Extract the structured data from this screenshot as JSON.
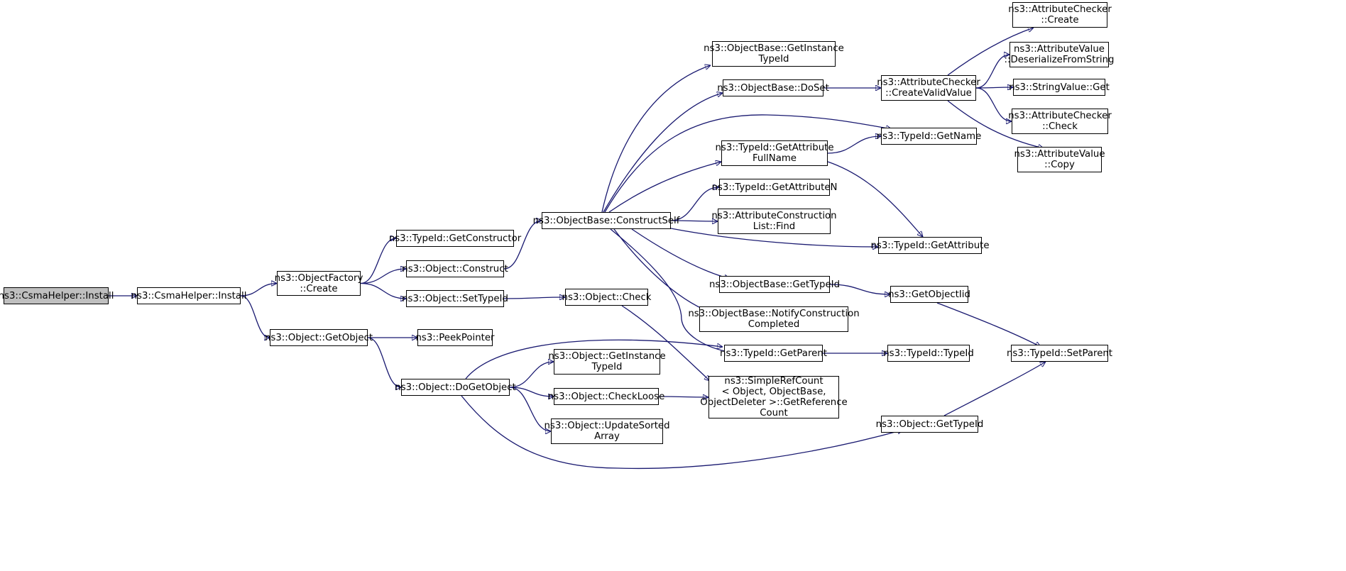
{
  "root_label": "ns3::CsmaHelper::Install",
  "nodes": [
    {
      "id": "n0",
      "lines": [
        "ns3::CsmaHelper::Install"
      ],
      "root": true
    },
    {
      "id": "n1",
      "lines": [
        "ns3::CsmaHelper::Install"
      ]
    },
    {
      "id": "n2",
      "lines": [
        "ns3::ObjectFactory",
        "::Create"
      ]
    },
    {
      "id": "n3",
      "lines": [
        "ns3::Object::GetObject"
      ]
    },
    {
      "id": "n4",
      "lines": [
        "ns3::TypeId::GetConstructor"
      ]
    },
    {
      "id": "n5",
      "lines": [
        "ns3::Object::Construct"
      ]
    },
    {
      "id": "n6",
      "lines": [
        "ns3::Object::SetTypeId"
      ]
    },
    {
      "id": "n7",
      "lines": [
        "ns3::PeekPointer"
      ]
    },
    {
      "id": "n8",
      "lines": [
        "ns3::Object::DoGetObject"
      ]
    },
    {
      "id": "n9",
      "lines": [
        "ns3::ObjectBase::ConstructSelf"
      ]
    },
    {
      "id": "n10",
      "lines": [
        "ns3::Object::Check"
      ]
    },
    {
      "id": "n11",
      "lines": [
        "ns3::Object::GetInstance",
        "TypeId"
      ]
    },
    {
      "id": "n12",
      "lines": [
        "ns3::Object::CheckLoose"
      ]
    },
    {
      "id": "n13",
      "lines": [
        "ns3::Object::UpdateSorted",
        "Array"
      ]
    },
    {
      "id": "n14",
      "lines": [
        "ns3::ObjectBase::GetInstance",
        "TypeId"
      ]
    },
    {
      "id": "n15",
      "lines": [
        "ns3::ObjectBase::DoSet"
      ]
    },
    {
      "id": "n16",
      "lines": [
        "ns3::TypeId::GetAttribute",
        "FullName"
      ]
    },
    {
      "id": "n17",
      "lines": [
        "ns3::TypeId::GetAttributeN"
      ]
    },
    {
      "id": "n18",
      "lines": [
        "ns3::AttributeConstruction",
        "List::Find"
      ]
    },
    {
      "id": "n19",
      "lines": [
        "ns3::ObjectBase::GetTypeId"
      ]
    },
    {
      "id": "n20",
      "lines": [
        "ns3::ObjectBase::NotifyConstruction",
        "Completed"
      ]
    },
    {
      "id": "n21",
      "lines": [
        "ns3::TypeId::GetParent"
      ]
    },
    {
      "id": "n22",
      "lines": [
        "ns3::SimpleRefCount",
        "< Object, ObjectBase,",
        "ObjectDeleter >::GetReference",
        "Count"
      ]
    },
    {
      "id": "n23",
      "lines": [
        "ns3::AttributeChecker",
        "::CreateValidValue"
      ]
    },
    {
      "id": "n24",
      "lines": [
        "ns3::TypeId::GetName"
      ]
    },
    {
      "id": "n25",
      "lines": [
        "ns3::TypeId::GetAttribute"
      ]
    },
    {
      "id": "n26",
      "lines": [
        "ns3::GetObjectIid"
      ]
    },
    {
      "id": "n27",
      "lines": [
        "ns3::TypeId::TypeId"
      ]
    },
    {
      "id": "n28",
      "lines": [
        "ns3::Object::GetTypeId"
      ]
    },
    {
      "id": "n29",
      "lines": [
        "ns3::AttributeChecker",
        "::Create"
      ]
    },
    {
      "id": "n30",
      "lines": [
        "ns3::AttributeValue",
        "::DeserializeFromString"
      ]
    },
    {
      "id": "n31",
      "lines": [
        "ns3::StringValue::Get"
      ]
    },
    {
      "id": "n32",
      "lines": [
        "ns3::AttributeChecker",
        "::Check"
      ]
    },
    {
      "id": "n33",
      "lines": [
        "ns3::AttributeValue",
        "::Copy"
      ]
    },
    {
      "id": "n34",
      "lines": [
        "ns3::TypeId::SetParent"
      ]
    }
  ],
  "edges": [
    [
      "n0",
      "n1"
    ],
    [
      "n1",
      "n2"
    ],
    [
      "n1",
      "n3"
    ],
    [
      "n2",
      "n4"
    ],
    [
      "n2",
      "n5"
    ],
    [
      "n2",
      "n6"
    ],
    [
      "n3",
      "n7"
    ],
    [
      "n3",
      "n8"
    ],
    [
      "n5",
      "n9"
    ],
    [
      "n6",
      "n10"
    ],
    [
      "n8",
      "n21"
    ],
    [
      "n8",
      "n11"
    ],
    [
      "n8",
      "n12"
    ],
    [
      "n8",
      "n13"
    ],
    [
      "n8",
      "n28"
    ],
    [
      "n9",
      "n14"
    ],
    [
      "n9",
      "n15"
    ],
    [
      "n9",
      "n24"
    ],
    [
      "n9",
      "n16"
    ],
    [
      "n9",
      "n17"
    ],
    [
      "n9",
      "n18"
    ],
    [
      "n9",
      "n25"
    ],
    [
      "n9",
      "n19"
    ],
    [
      "n9",
      "n20"
    ],
    [
      "n9",
      "n21"
    ],
    [
      "n10",
      "n22"
    ],
    [
      "n12",
      "n22"
    ],
    [
      "n15",
      "n23"
    ],
    [
      "n16",
      "n24"
    ],
    [
      "n16",
      "n25"
    ],
    [
      "n19",
      "n26"
    ],
    [
      "n21",
      "n27"
    ],
    [
      "n23",
      "n29"
    ],
    [
      "n23",
      "n30"
    ],
    [
      "n23",
      "n31"
    ],
    [
      "n23",
      "n32"
    ],
    [
      "n23",
      "n33"
    ],
    [
      "n26",
      "n34"
    ],
    [
      "n28",
      "n34"
    ]
  ]
}
